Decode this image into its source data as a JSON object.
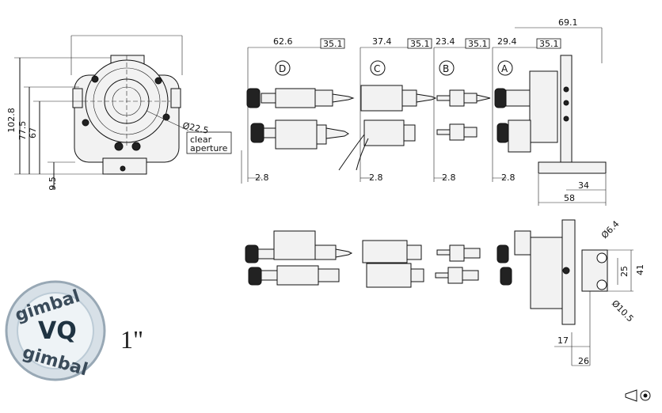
{
  "dimensions": {
    "front": {
      "height1": "102.8",
      "height2": "77.5",
      "height3": "67",
      "base": "9.5",
      "aperture_dia": "Ø22.5",
      "clear_line1": "clear",
      "clear_line2": "aperture"
    },
    "top_row": {
      "d_len": "62.6",
      "d_box": "35.1",
      "c_len": "37.4",
      "c_box": "35.1",
      "b_len": "23.4",
      "b_box": "35.1",
      "a_len": "29.4",
      "a_box": "35.1",
      "overall": "69.1",
      "offset_d": "2.8",
      "offset_c": "2.8",
      "offset_b": "2.8",
      "offset_a": "2.8",
      "base_w": "34",
      "base_total": "58"
    },
    "bottom_row": {
      "hole1": "Ø6.4",
      "hole2": "Ø10.5",
      "spacing": "25",
      "height": "41",
      "off1": "17",
      "off2": "26"
    }
  },
  "labels": {
    "D": "D",
    "C": "C",
    "B": "B",
    "A": "A"
  },
  "logo": {
    "ring_text_top": "gimbal",
    "ring_text_bottom": "gimbal",
    "brand": "VQ",
    "size": "1\""
  }
}
